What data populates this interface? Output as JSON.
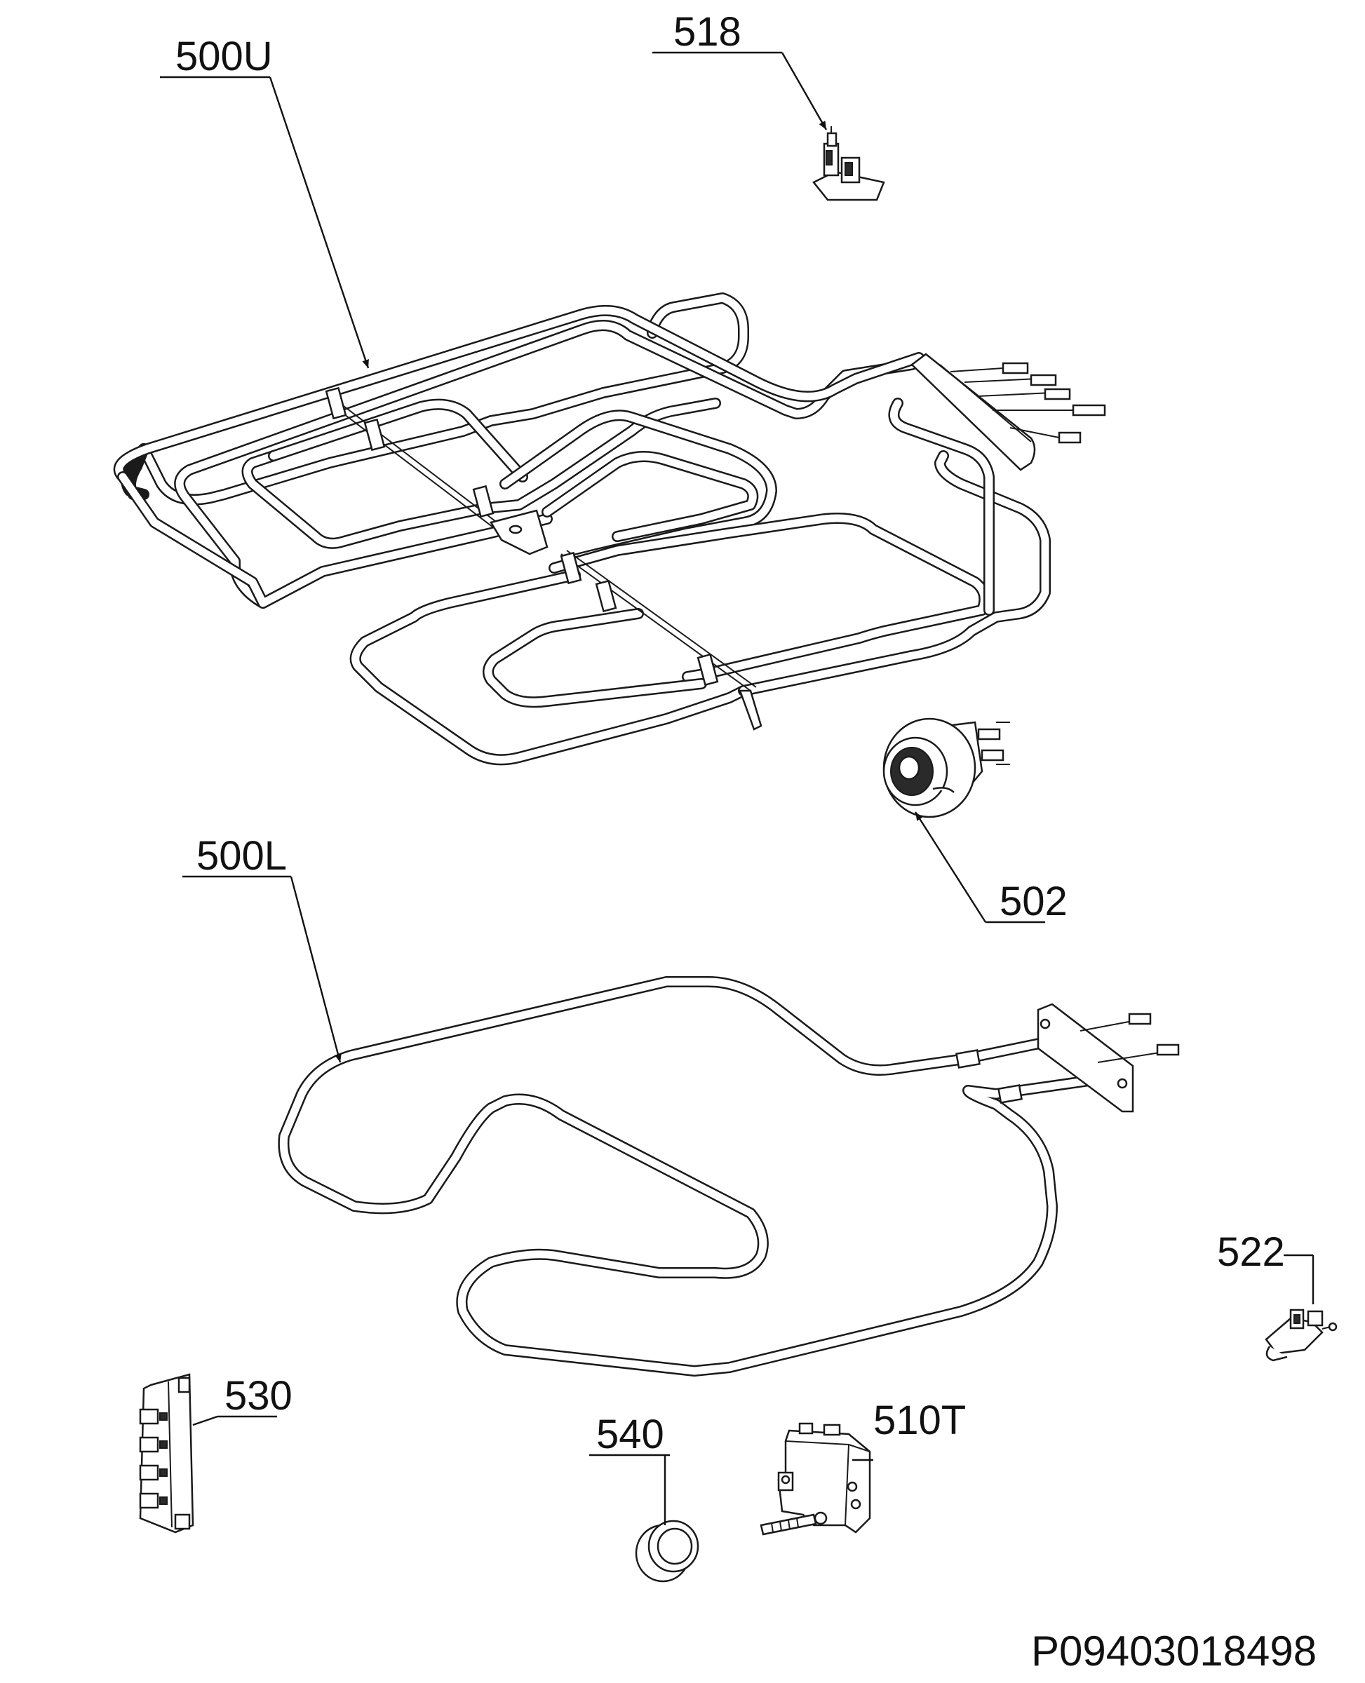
{
  "document_code": "P09403018498",
  "callouts": {
    "c500U": "500U",
    "c518": "518",
    "c500L": "500L",
    "c502": "502",
    "c522": "522",
    "c530": "530",
    "c540": "540",
    "c510T": "510T"
  },
  "colors": {
    "ink": "#1a1a1a",
    "background": "#ffffff"
  }
}
